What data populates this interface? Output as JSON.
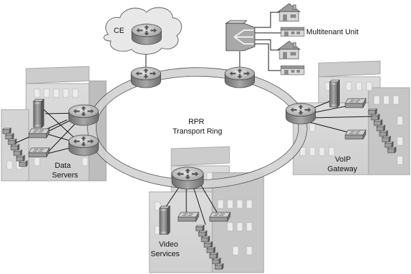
{
  "labels": {
    "ce": "CE",
    "multitenant": "Multitenant Unit",
    "ring_line1": "RPR",
    "ring_line2": "Transport Ring",
    "data_line1": "Data",
    "data_line2": "Servers",
    "voip_line1": "VoIP",
    "voip_line2": "Gateway",
    "video_line1": "Video",
    "video_line2": "Services"
  },
  "colors": {
    "building_front": "#d6d6d6",
    "building_side": "#bdbdbd",
    "window": "#eeeeee",
    "router_body": "#8f8f8f",
    "router_top": "#c9c9c9",
    "cloud_fill": "#e6e6e6",
    "ring_fill": "#d0d0d0"
  },
  "icons": [
    "router-icon",
    "switch-icon",
    "server-icon",
    "server-stack-icon",
    "house-icon",
    "cloud-icon",
    "optical-mux-icon"
  ]
}
